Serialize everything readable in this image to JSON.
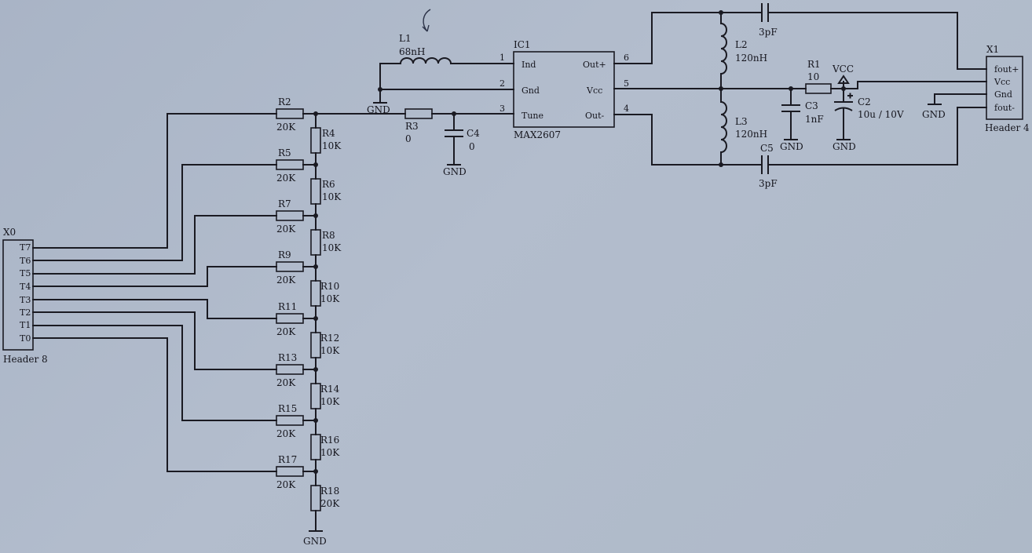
{
  "connector_x0": {
    "ref": "X0",
    "value": "Header 8",
    "pins": [
      "T7",
      "T6",
      "T5",
      "T4",
      "T3",
      "T2",
      "T1",
      "T0"
    ]
  },
  "connector_x1": {
    "ref": "X1",
    "value": "Header 4",
    "pins": [
      "fout+",
      "Vcc",
      "Gnd",
      "fout-"
    ]
  },
  "ic1": {
    "ref": "IC1",
    "value": "MAX2607",
    "left_pins": [
      {
        "name": "Ind",
        "number": "1"
      },
      {
        "name": "Gnd",
        "number": "2"
      },
      {
        "name": "Tune",
        "number": "3"
      }
    ],
    "right_pins": [
      {
        "name": "Out+",
        "number": "6"
      },
      {
        "name": "Vcc",
        "number": "5"
      },
      {
        "name": "Out-",
        "number": "4"
      }
    ]
  },
  "ladder": {
    "series": [
      {
        "ref": "R2",
        "value": "20K"
      },
      {
        "ref": "R5",
        "value": "20K"
      },
      {
        "ref": "R7",
        "value": "20K"
      },
      {
        "ref": "R9",
        "value": "20K"
      },
      {
        "ref": "R11",
        "value": "20K"
      },
      {
        "ref": "R13",
        "value": "20K"
      },
      {
        "ref": "R15",
        "value": "20K"
      },
      {
        "ref": "R17",
        "value": "20K"
      }
    ],
    "shunt": [
      {
        "ref": "R4",
        "value": "10K"
      },
      {
        "ref": "R6",
        "value": "10K"
      },
      {
        "ref": "R8",
        "value": "10K"
      },
      {
        "ref": "R10",
        "value": "10K"
      },
      {
        "ref": "R12",
        "value": "10K"
      },
      {
        "ref": "R14",
        "value": "10K"
      },
      {
        "ref": "R16",
        "value": "10K"
      },
      {
        "ref": "R18",
        "value": "20K"
      }
    ]
  },
  "parts": {
    "L1": {
      "ref": "L1",
      "value": "68nH"
    },
    "L2": {
      "ref": "L2",
      "value": "120nH"
    },
    "L3": {
      "ref": "L3",
      "value": "120nH"
    },
    "R1": {
      "ref": "R1",
      "value": "10"
    },
    "R3": {
      "ref": "R3",
      "value": "0"
    },
    "C2": {
      "ref": "C2",
      "value": "10u / 10V"
    },
    "C3": {
      "ref": "C3",
      "value": "1nF"
    },
    "C4": {
      "ref": "C4",
      "value": "0"
    },
    "C5": {
      "ref": "C5",
      "value": "3pF"
    },
    "C_top": {
      "value": "3pF"
    }
  },
  "nets": {
    "gnd": "GND",
    "vcc": "VCC"
  }
}
